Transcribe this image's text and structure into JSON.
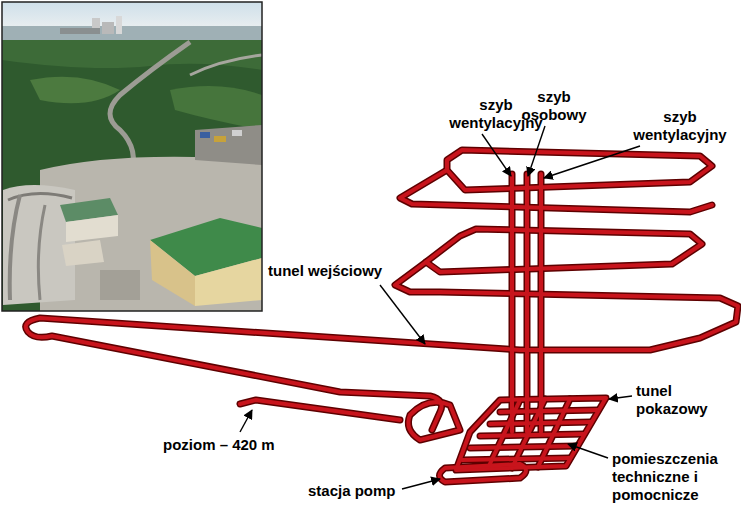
{
  "diagram": {
    "labels": [
      "szyb wentylacyjny",
      "szyb osobowy",
      "szyb wentylacyjny",
      "tunel wejściowy",
      "tunel pokazowy",
      "poziom – 420 m",
      "pomieszczenia techniczne i pomocnicze",
      "stacja pomp"
    ]
  }
}
